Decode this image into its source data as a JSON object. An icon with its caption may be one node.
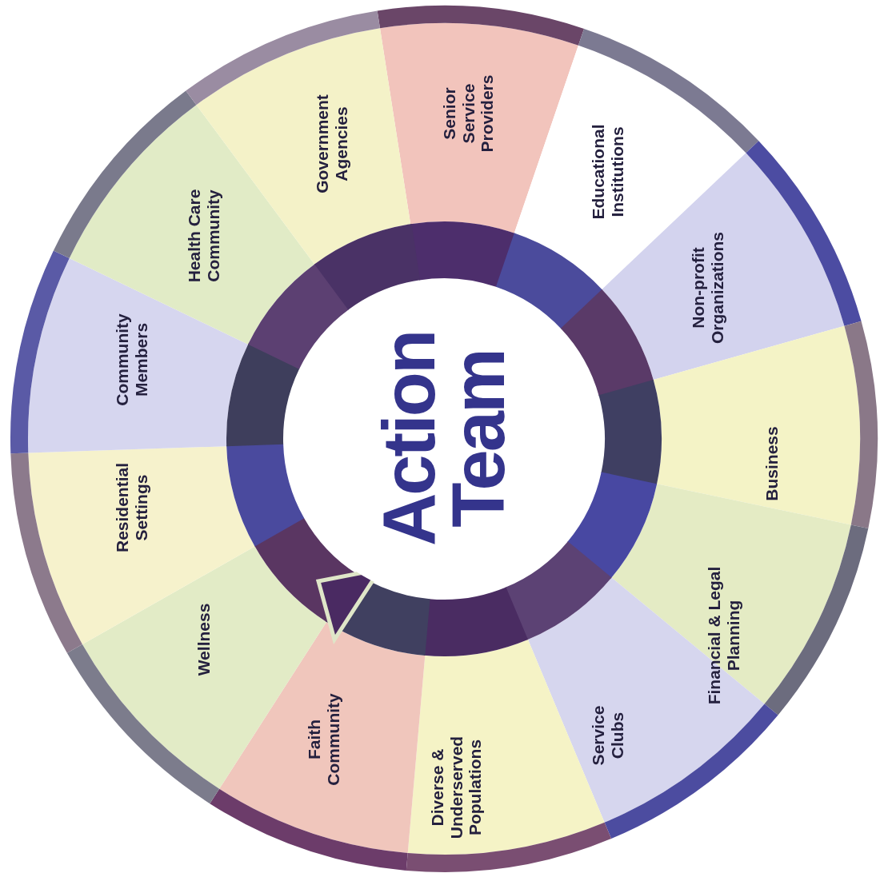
{
  "diagram": {
    "nodes": [
      {
        "text": [
          "Action Team"
        ]
      },
      {
        "text": [
          "Senior Service Providers"
        ]
      },
      {
        "text": [
          "Educational Institutions"
        ]
      },
      {
        "text": [
          "Non-profit Organizations"
        ]
      },
      {
        "text": [
          "Business"
        ]
      },
      {
        "text": [
          "Financial & Legal Planning"
        ]
      },
      {
        "text": [
          "Service Clubs"
        ]
      },
      {
        "text": [
          "Diverse & Underserved Populations"
        ]
      },
      {
        "text": [
          "Faith Community"
        ]
      },
      {
        "text": [
          "Wellness"
        ]
      },
      {
        "text": [
          "Residential Settings"
        ]
      },
      {
        "text": [
          "Community Members"
        ]
      },
      {
        "text": [
          "Health Care Community"
        ]
      },
      {
        "text": [
          "Government Agencies"
        ]
      }
    ]
  }
}
